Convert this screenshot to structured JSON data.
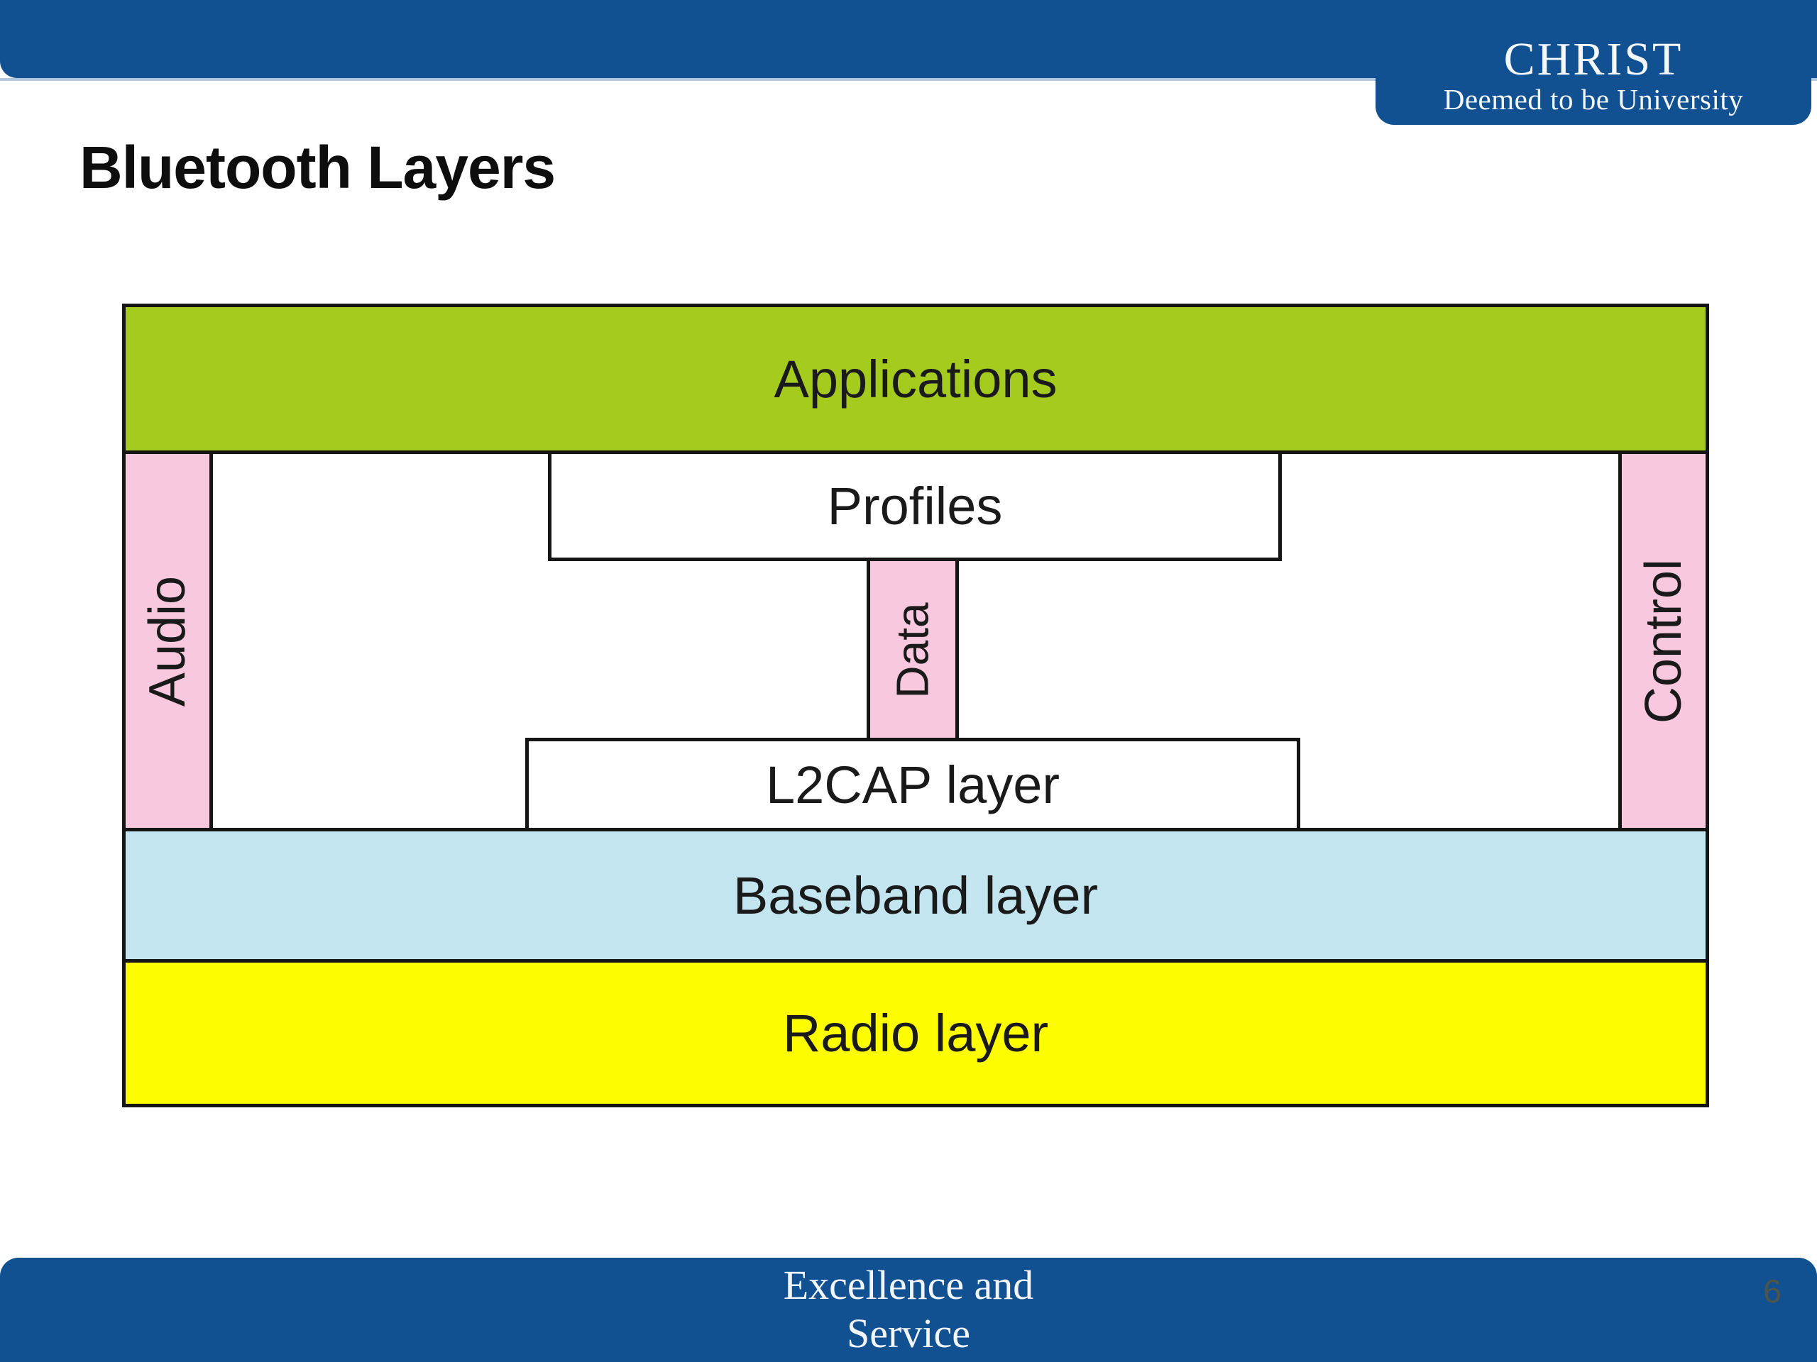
{
  "header": {
    "logo_title": "CHRIST",
    "logo_subtitle": "Deemed to be University"
  },
  "title": "Bluetooth Layers",
  "diagram": {
    "applications_label": "Applications",
    "profiles_label": "Profiles",
    "data_label": "Data",
    "l2cap_label": "L2CAP layer",
    "baseband_label": "Baseband layer",
    "radio_label": "Radio layer",
    "audio_label": "Audio",
    "control_label": "Control"
  },
  "footer": {
    "motto_line1": "Excellence and",
    "motto_line2": "Service",
    "page_number": "6"
  },
  "colors": {
    "header_blue": "#115091",
    "hairline_blue": "#b3c8de",
    "applications_green": "#a6cb1f",
    "strip_pink": "#f8c8de",
    "baseband_blue": "#c3e5f0",
    "radio_yellow": "#fdfd00",
    "border_black": "#151515",
    "page_number_gray": "#4f5647"
  }
}
